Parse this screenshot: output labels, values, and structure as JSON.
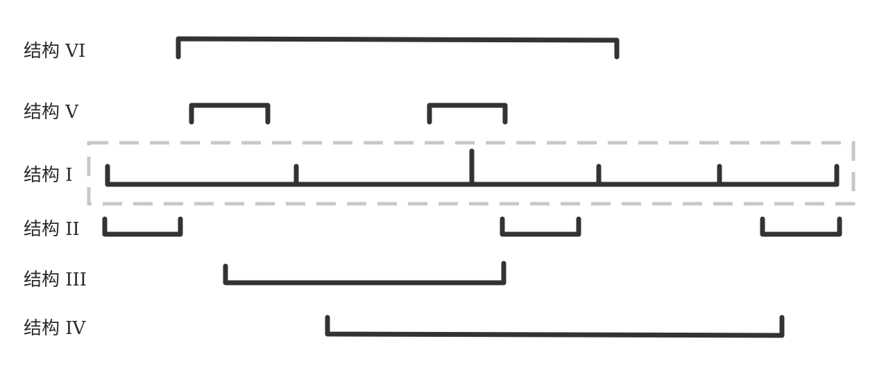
{
  "rows": [
    {
      "id": "vi",
      "label": "结构 VI"
    },
    {
      "id": "v",
      "label": "结构 V"
    },
    {
      "id": "i",
      "label": "结构 I"
    },
    {
      "id": "ii",
      "label": "结构 II"
    },
    {
      "id": "iii",
      "label": "结构 III"
    },
    {
      "id": "iv",
      "label": "结构 IV"
    }
  ],
  "colors": {
    "bracket": "#333333",
    "highlight_box": "#c8c8c8",
    "label": "#2a2a2a",
    "background": "#ffffff"
  },
  "highlighted_row": "i"
}
